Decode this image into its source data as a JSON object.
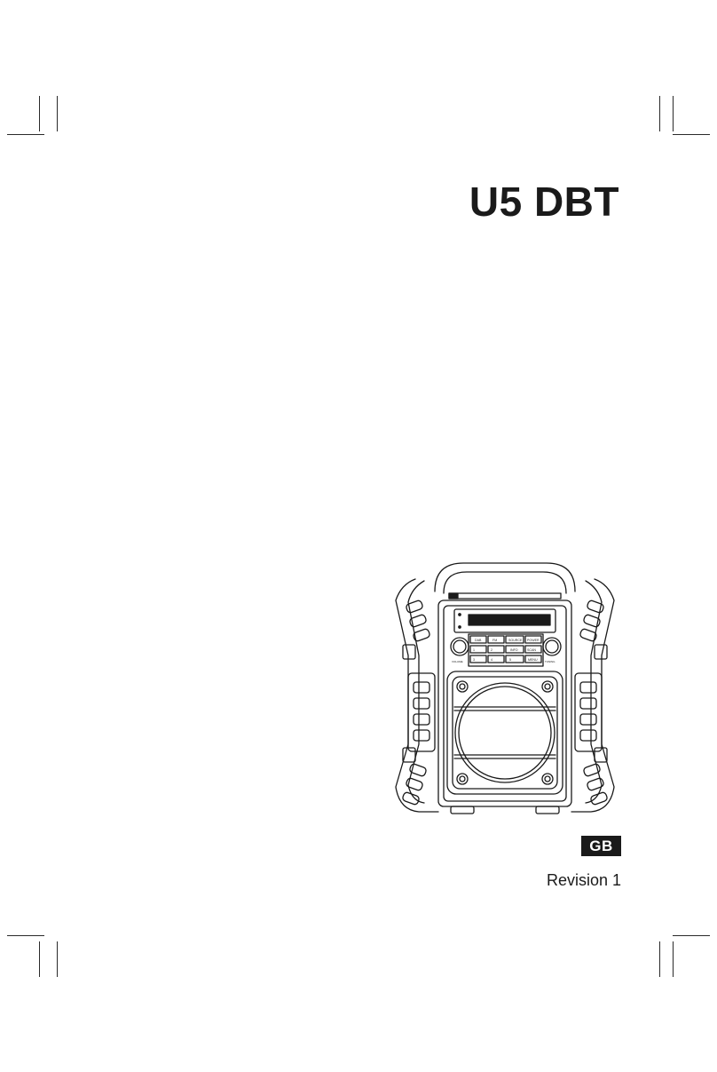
{
  "document": {
    "title": "U5 DBT",
    "language_badge": "GB",
    "revision": "Revision 1"
  },
  "illustration": {
    "subject": "radio",
    "buttons": {
      "row1": [
        "SOURCE",
        "POWER"
      ],
      "row2": [
        "1",
        "2",
        "INFO"
      ],
      "row3": [
        "3",
        "4",
        "5",
        "MENU"
      ]
    }
  },
  "colors": {
    "ink": "#1a1a1a",
    "badge_bg": "#1a1a1a",
    "badge_text": "#ffffff",
    "background": "#ffffff"
  }
}
